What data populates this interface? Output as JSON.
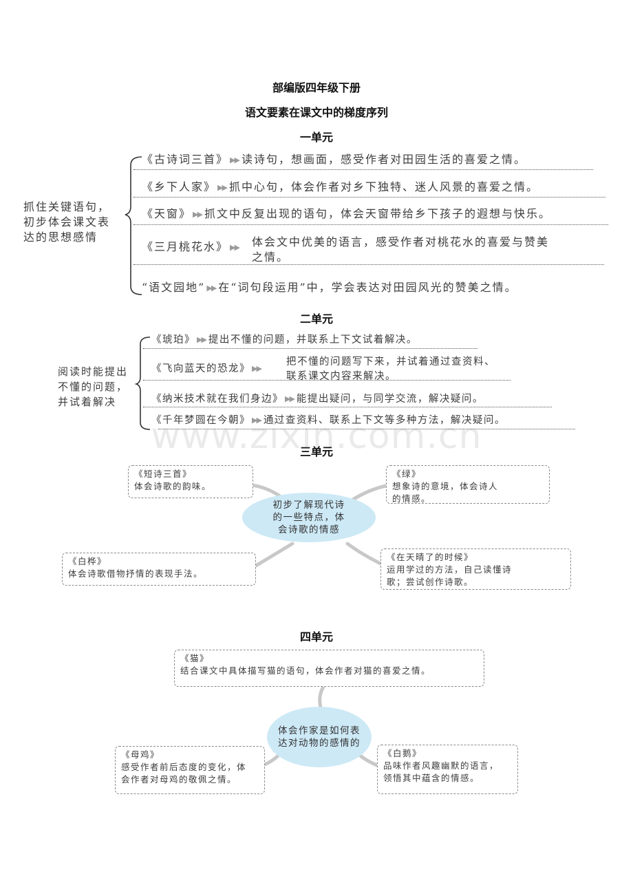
{
  "header": {
    "title": "部编版四年级下册",
    "subtitle": "语文要素在课文中的梯度序列"
  },
  "unit1": {
    "title": "一单元",
    "label": [
      "抓住关键语句，",
      "初步体会课文表",
      "达的思想感情"
    ],
    "rows": [
      {
        "lesson": "《古诗词三首》",
        "text": "读诗句，想画面，感受作者对田园生活的喜爱之情。"
      },
      {
        "lesson": "《乡下人家》",
        "text": "抓中心句，体会作者对乡下独特、迷人风景的喜爱之情。"
      },
      {
        "lesson": "《天窗》",
        "text": "抓文中反复出现的语句，体会天窗带给乡下孩子的遐想与快乐。"
      },
      {
        "lesson": "《三月桃花水》",
        "text1": "体会文中优美的语言，感受作者对桃花水的喜爱与赞美",
        "text2": "之情。"
      },
      {
        "lesson": "“语文园地”",
        "text": "在“词句段运用”中，学会表达对田园风光的赞美之情。"
      }
    ]
  },
  "unit2": {
    "title": "二单元",
    "label": [
      "阅读时能提出",
      "不懂的问题，",
      "并试着解决"
    ],
    "rows": [
      {
        "lesson": "《琥珀》",
        "text": "提出不懂的问题，并联系上下文试着解决。"
      },
      {
        "lesson": "《飞向蓝天的恐龙》",
        "text1": "把不懂的问题写下来，并试着通过查资料、",
        "text2": "联系课文内容来解决。"
      },
      {
        "lesson": "《纳米技术就在我们身边》",
        "text": "能提出疑问，与同学交流，解决疑问。"
      },
      {
        "lesson": "《千年梦圆在今朝》",
        "text": "通过查资料、联系上下文等多种方法，解决疑问。"
      }
    ]
  },
  "watermark": "www.zixin.com.cn",
  "unit3": {
    "title": "三单元",
    "center": [
      "初步了解现代诗",
      "的一些特点，体",
      "会诗歌的情感"
    ],
    "boxes": [
      {
        "lesson": "《短诗三首》",
        "lines": [
          "体会诗歌的韵味。"
        ]
      },
      {
        "lesson": "《绿》",
        "lines": [
          "想象诗的意境，体会诗人",
          "的情感。"
        ]
      },
      {
        "lesson": "《白桦》",
        "lines": [
          "体会诗歌借物抒情的表现手法。"
        ]
      },
      {
        "lesson": "《在天晴了的时候》",
        "lines": [
          "运用学过的方法，自己读懂诗",
          "歌；尝试创作诗歌。"
        ]
      }
    ]
  },
  "unit4": {
    "title": "四单元",
    "center": [
      "体会作家是如何表",
      "达对动物的感情的"
    ],
    "boxes": [
      {
        "lesson": "《猫》",
        "lines": [
          "结合课文中具体描写猫的语句，体会作者对猫的喜爱之情。"
        ]
      },
      {
        "lesson": "《母鸡》",
        "lines": [
          "感受作者前后态度的变化，体",
          "会作者对母鸡的敬佩之情。"
        ]
      },
      {
        "lesson": "《白鹅》",
        "lines": [
          "品味作者风趣幽默的语言，",
          "领悟其中蕴含的情感。"
        ]
      }
    ]
  },
  "colors": {
    "ellipse": "#cde9f6",
    "branch": "#c8c8c8",
    "text": "#3d3d3d"
  }
}
